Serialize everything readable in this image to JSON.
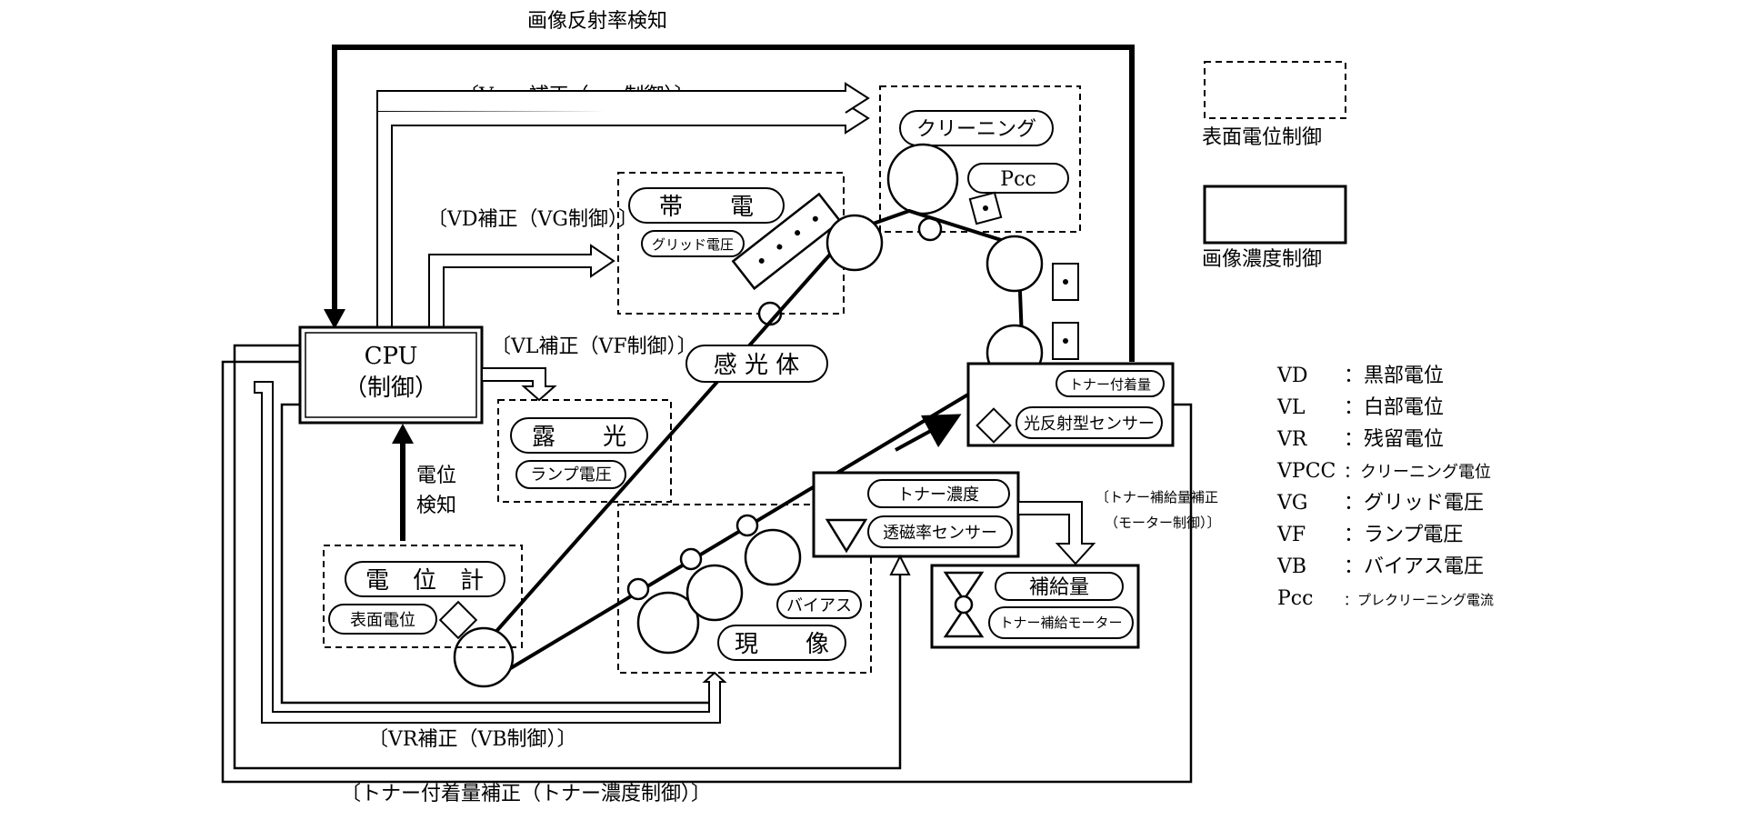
{
  "top": {
    "reflectance_detection": "画像反射率検知"
  },
  "cpu": {
    "label": "CPU",
    "sublabel": "（制御）"
  },
  "corrections": {
    "vpcc": "〔Vpcc補正（pcc制御）〕",
    "vd": "〔VD補正（VG制御）〕",
    "vl": "〔VL補正（VF制御）〕",
    "vr": "〔VR補正（VB制御）〕",
    "toner_adhesion": "〔トナー付着量補正（トナー濃度制御）〕",
    "toner_supply_1": "〔トナー補給量補正",
    "toner_supply_2": "（モーター制御）〕"
  },
  "potential_detection": {
    "line1": "電位",
    "line2": "検知"
  },
  "units": {
    "cleaning": "クリーニング",
    "pcc": "Pcc",
    "charging": "帯　　電",
    "grid_voltage": "グリッド電圧",
    "photoreceptor": "感 光 体",
    "exposure": "露　　光",
    "lamp_voltage": "ランプ電圧",
    "electrometer": "電　位　計",
    "surface_potential": "表面電位",
    "toner_adhesion_amount": "トナー付着量",
    "photo_reflective_sensor": "光反射型センサー",
    "toner_density": "トナー濃度",
    "permeability_sensor": "透磁率センサー",
    "bias": "バイアス",
    "development": "現　　像",
    "supply_amount": "補給量",
    "toner_supply_motor": "トナー補給モーター"
  },
  "legend": {
    "dashed_label": "表面電位制御",
    "solid_label": "画像濃度制御"
  },
  "symbols": [
    {
      "sym": "VD",
      "desc": "：黒部電位"
    },
    {
      "sym": "VL",
      "desc": "：白部電位"
    },
    {
      "sym": "VR",
      "desc": "：残留電位"
    },
    {
      "sym": "VPCC",
      "desc": "：クリーニング電位"
    },
    {
      "sym": "VG",
      "desc": "：グリッド電圧"
    },
    {
      "sym": "VF",
      "desc": "：ランプ電圧"
    },
    {
      "sym": "VB",
      "desc": "：バイアス電圧"
    },
    {
      "sym": "Pcc",
      "desc": "：プレクリーニング電流"
    }
  ]
}
